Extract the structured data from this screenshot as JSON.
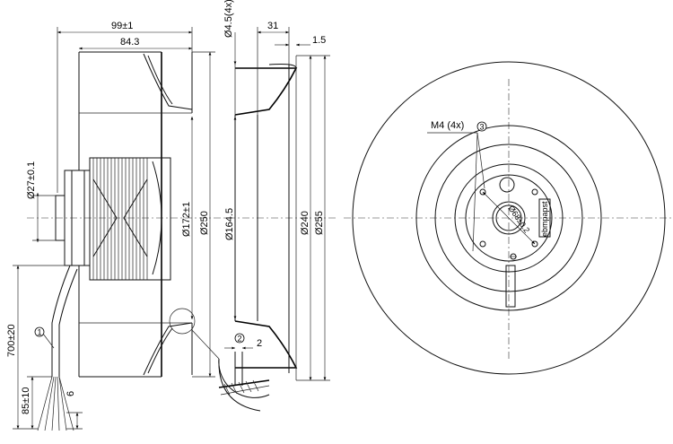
{
  "dimensions": {
    "overall_depth": "99±1",
    "rotor_depth": "84.3",
    "mount_hole": "Ø4.5(4x)",
    "ring_width": "31",
    "ring_gap": "1.5",
    "motor_dia": "Ø27±0.1",
    "hub_dia": "Ø172±1",
    "impeller_dia": "Ø250",
    "inlet_dia": "Ø164.5",
    "ring_inner_dia": "Ø240",
    "ring_outer_dia": "Ø255",
    "cable_length": "700±20",
    "strip_length": "85±10",
    "lead_strip": "6",
    "detail_gap": "2",
    "thread": "M4 (4x)",
    "bolt_circle": "Ø68±0.2"
  },
  "balloons": {
    "b1": "1",
    "b2": "2",
    "b3": "3"
  },
  "brand_label": "ebmpapst"
}
